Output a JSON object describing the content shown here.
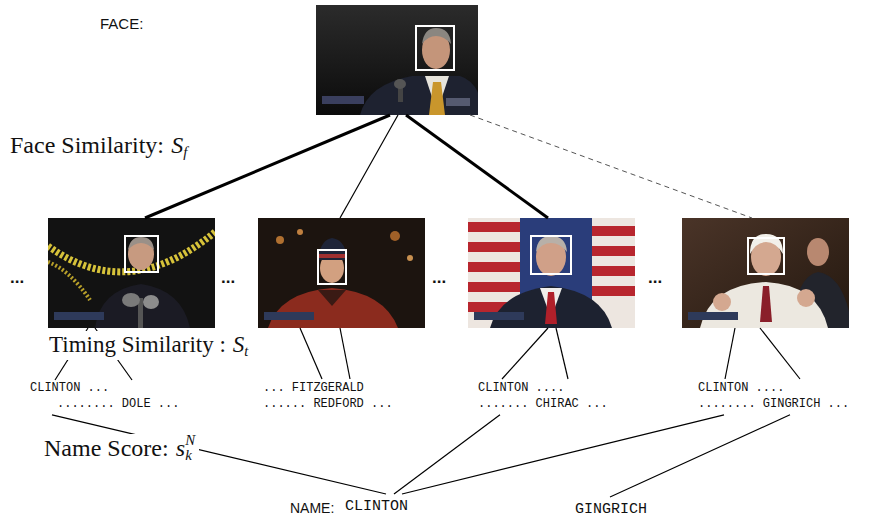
{
  "diagram": {
    "nodes": [
      {
        "text": [
          "FACE:"
        ]
      },
      {
        "text": [
          "CLINTON ...",
          "........ DOLE ..."
        ]
      },
      {
        "text": [
          "... FITZGERALD",
          "...... REDFORD ..."
        ]
      },
      {
        "text": [
          "CLINTON ....",
          "....... CHIRAC ..."
        ]
      },
      {
        "text": [
          "CLINTON ....",
          "........ GINGRICH ..."
        ]
      },
      {
        "text": [
          "NAME:",
          "CLINTON"
        ]
      },
      {
        "text": [
          "GINGRICH"
        ]
      }
    ],
    "edges": [
      {
        "from": 0,
        "to": 1,
        "arrow": "none"
      },
      {
        "from": 0,
        "to": 2,
        "arrow": "none"
      },
      {
        "from": 0,
        "to": 3,
        "arrow": "none"
      },
      {
        "from": 0,
        "to": 4,
        "arrow": "none"
      },
      {
        "from": 1,
        "to": 5,
        "arrow": "none"
      },
      {
        "from": 3,
        "to": 5,
        "arrow": "none"
      },
      {
        "from": 4,
        "to": 5,
        "arrow": "none"
      },
      {
        "from": 4,
        "to": 6,
        "arrow": "none"
      }
    ],
    "labels": [
      "Face Similarity:",
      "S",
      "f",
      "Timing Similarity :",
      "S",
      "t",
      "Name Score:",
      "s",
      "k",
      "N",
      "...",
      "...",
      "...",
      "..."
    ]
  }
}
